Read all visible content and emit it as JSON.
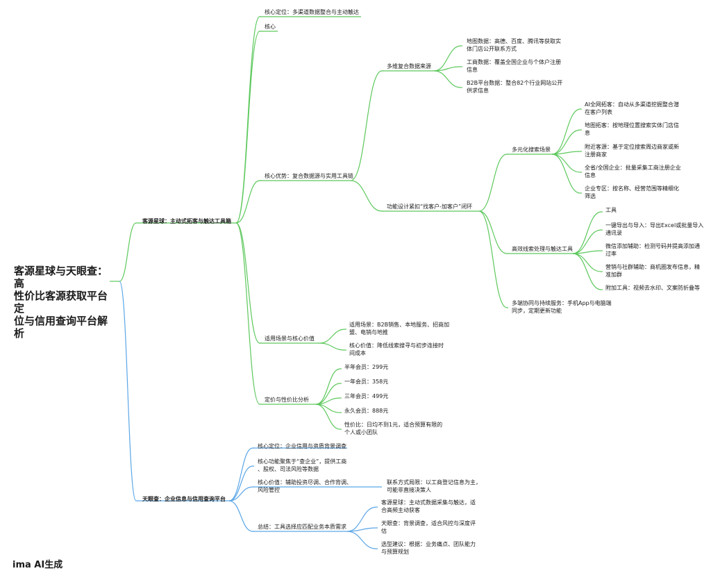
{
  "root_title": "客源星球与天眼查：高\n性价比客源获取平台定\n位与信用查询平台解析",
  "footer": "ima AI生成",
  "colors": {
    "green": "#5cc85c",
    "blue": "#5aa6e6",
    "text": "#1a1a1a"
  },
  "branches": {
    "kyxq": {
      "label": "客源星球：主动式拓客与触达工具箱",
      "core_position": "核心定位：多渠道数据整合与主动触达",
      "core": "核心",
      "advantage": {
        "label": "核心优势：复合数据源与实用工具链",
        "sources": {
          "label": "多维复合数据来源",
          "items": [
            "地图数据：高德、百度、腾讯等获取实\n体门店公开联系方式",
            "工商数据：覆盖全国企业与个体户注册\n信息",
            "B2B平台数据：整合82个行业网站公开\n供求信息"
          ]
        },
        "loop": {
          "label": "功能设计紧扣“找客户-加客户”闭环",
          "search": {
            "label": "多元化搜索场景",
            "items": [
              "AI全网拓客：自动从多渠道挖掘整合潜\n在客户列表",
              "地图拓客：按地理位置搜索实体门店信\n息",
              "附近客源：基于定位搜索周边商家或新\n注册商家",
              "全省/全国企业：批量采集工商注册企业\n信息",
              "企业专区：按名称、经营范围等精细化\n筛选"
            ]
          },
          "tools": {
            "label": "高效线索处理与触达工具",
            "items": [
              "工具",
              "一键导出与导入：导出Excel或批量导入\n通讯录",
              "微信添加辅助：检测号码并提高添加通\n过率",
              "营销与社群辅助：商机圈发布信息，精\n准加群",
              "附加工具：视频去水印、文案防折叠等"
            ]
          },
          "multi": "多端协同与持续服务：手机App与电脑端\n同步，定期更新功能"
        }
      },
      "scenario": {
        "label": "适用场景与核心价值",
        "items": [
          "适用场景：B2B销售、本地服务、招商加\n盟、电销与地推",
          "核心价值：降低线索搜寻与初步连接时\n间成本"
        ]
      },
      "pricing": {
        "label": "定价与性价比分析",
        "items": [
          "半年会员：299元",
          "一年会员：358元",
          "三年会员：499元",
          "永久会员：888元",
          "性价比：日均不到1元，适合预算有限的\n个人或小团队"
        ]
      }
    },
    "tyc": {
      "label": "天眼查：企业信息与信用查询平台",
      "core_position": "核心定位：企业信用与资质背景调查",
      "core_function": "核心功能聚焦于“查企业”，提供工商\n、股权、司法风险等数据",
      "core_value": "核心价值：辅助投资尽调、合作背调、\n风险管控",
      "contact_limit": "联系方式局限：以工商登记信息为主，\n可能非直接决策人",
      "summary": {
        "label": "总结：工具选择应匹配业务本质需求",
        "items": [
          "客源星球：主动式数据采集与触达，适\n合高频主动获客",
          "天眼查：背景调查，适合风控与深度评\n估",
          "选型建议：根据：业务痛点、团队能力\n与预算规划"
        ]
      }
    }
  }
}
